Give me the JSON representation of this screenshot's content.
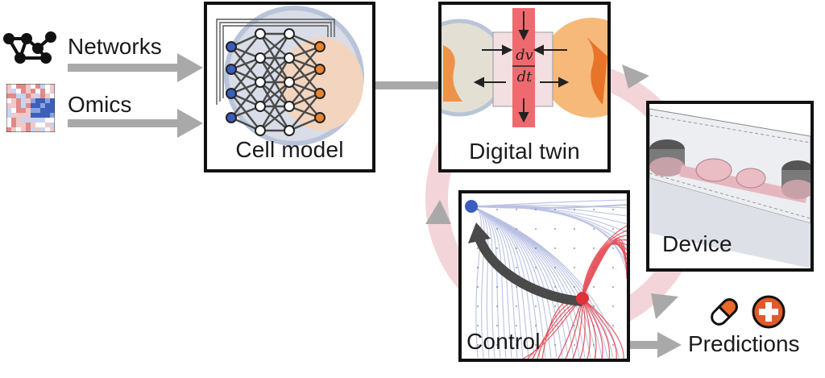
{
  "inputs": {
    "networks_label": "Networks",
    "omics_label": "Omics"
  },
  "panels": {
    "cell_model": "Cell model",
    "digital_twin": "Digital twin",
    "device": "Device",
    "control": "Control"
  },
  "equation": {
    "numerator": "dv",
    "denominator": "dt"
  },
  "output": {
    "predictions_label": "Predictions",
    "icons": [
      "pill-icon",
      "medical-cross-icon"
    ]
  },
  "colors": {
    "arrow_gray": "#a9a9a9",
    "cycle_pink": "#f3d4d8",
    "node_blue": "#3a5dbf",
    "node_orange": "#e8842c",
    "stream_red": "#e0303a",
    "stream_blue": "#3b4fb0",
    "band_red": "#ef6a6e",
    "pill_orange": "#e86a2a",
    "cross_red": "#e05a2a"
  }
}
